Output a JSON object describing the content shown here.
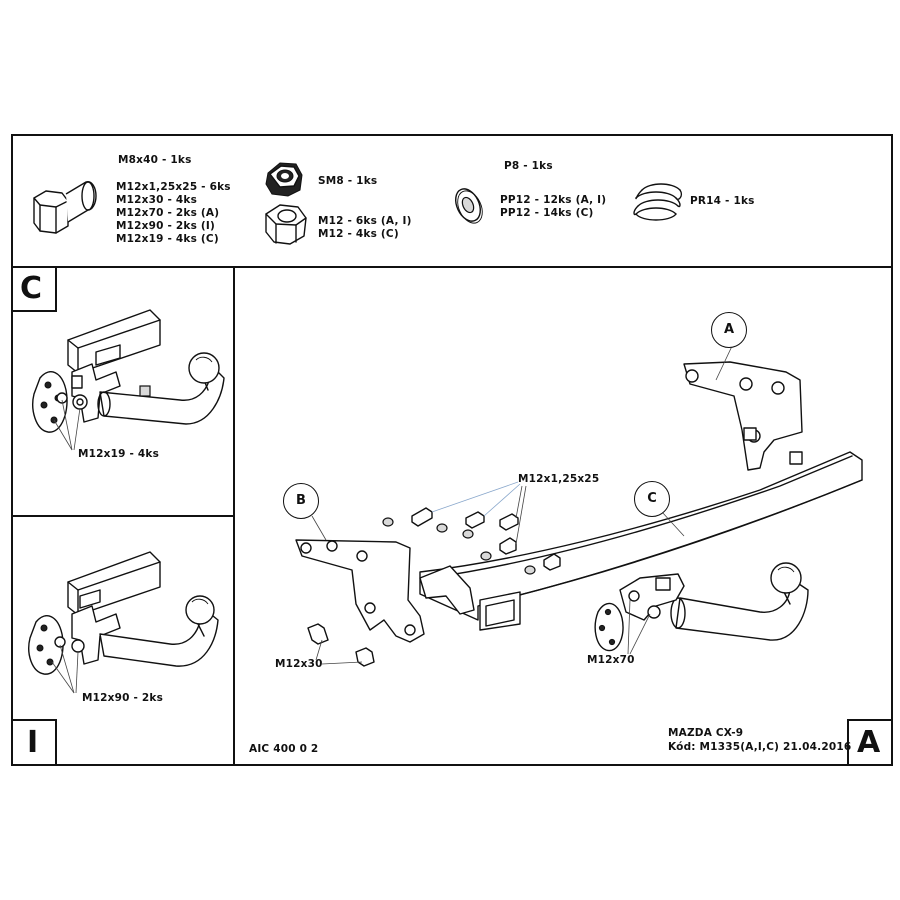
{
  "parts": {
    "bolt": {
      "lines": [
        "M8x40 - 1ks",
        "M12x1,25x25 - 6ks",
        "M12x30 - 4ks",
        "M12x70 - 2ks (A)",
        "M12x90 - 2ks (I)",
        "M12x19 - 4ks (C)"
      ]
    },
    "nut_sm8": "SM8 - 1ks",
    "nut_m12": [
      "M12 - 6ks (A, I)",
      "M12 - 4ks (C)"
    ],
    "washer": [
      "P8 - 1ks",
      "PP12 - 12ks (A, I)",
      "PP12 - 14ks (C)"
    ],
    "spring_washer": "PR14 - 1ks"
  },
  "panel_c": {
    "letter": "C",
    "callout": "M12x19 - 4ks"
  },
  "panel_i": {
    "letter": "I",
    "callout": "M12x90 - 2ks"
  },
  "main": {
    "letter": "A",
    "circle_a": "A",
    "circle_b": "B",
    "circle_c": "C",
    "callout_bolts": "M12x1,25x25",
    "callout_m12x30": "M12x30",
    "callout_m12x70": "M12x70",
    "product_code": "AIC 400 0 2",
    "vehicle": "MAZDA CX-9",
    "code_line": "Kód: M1335(A,I,C)  21.04.2016"
  }
}
